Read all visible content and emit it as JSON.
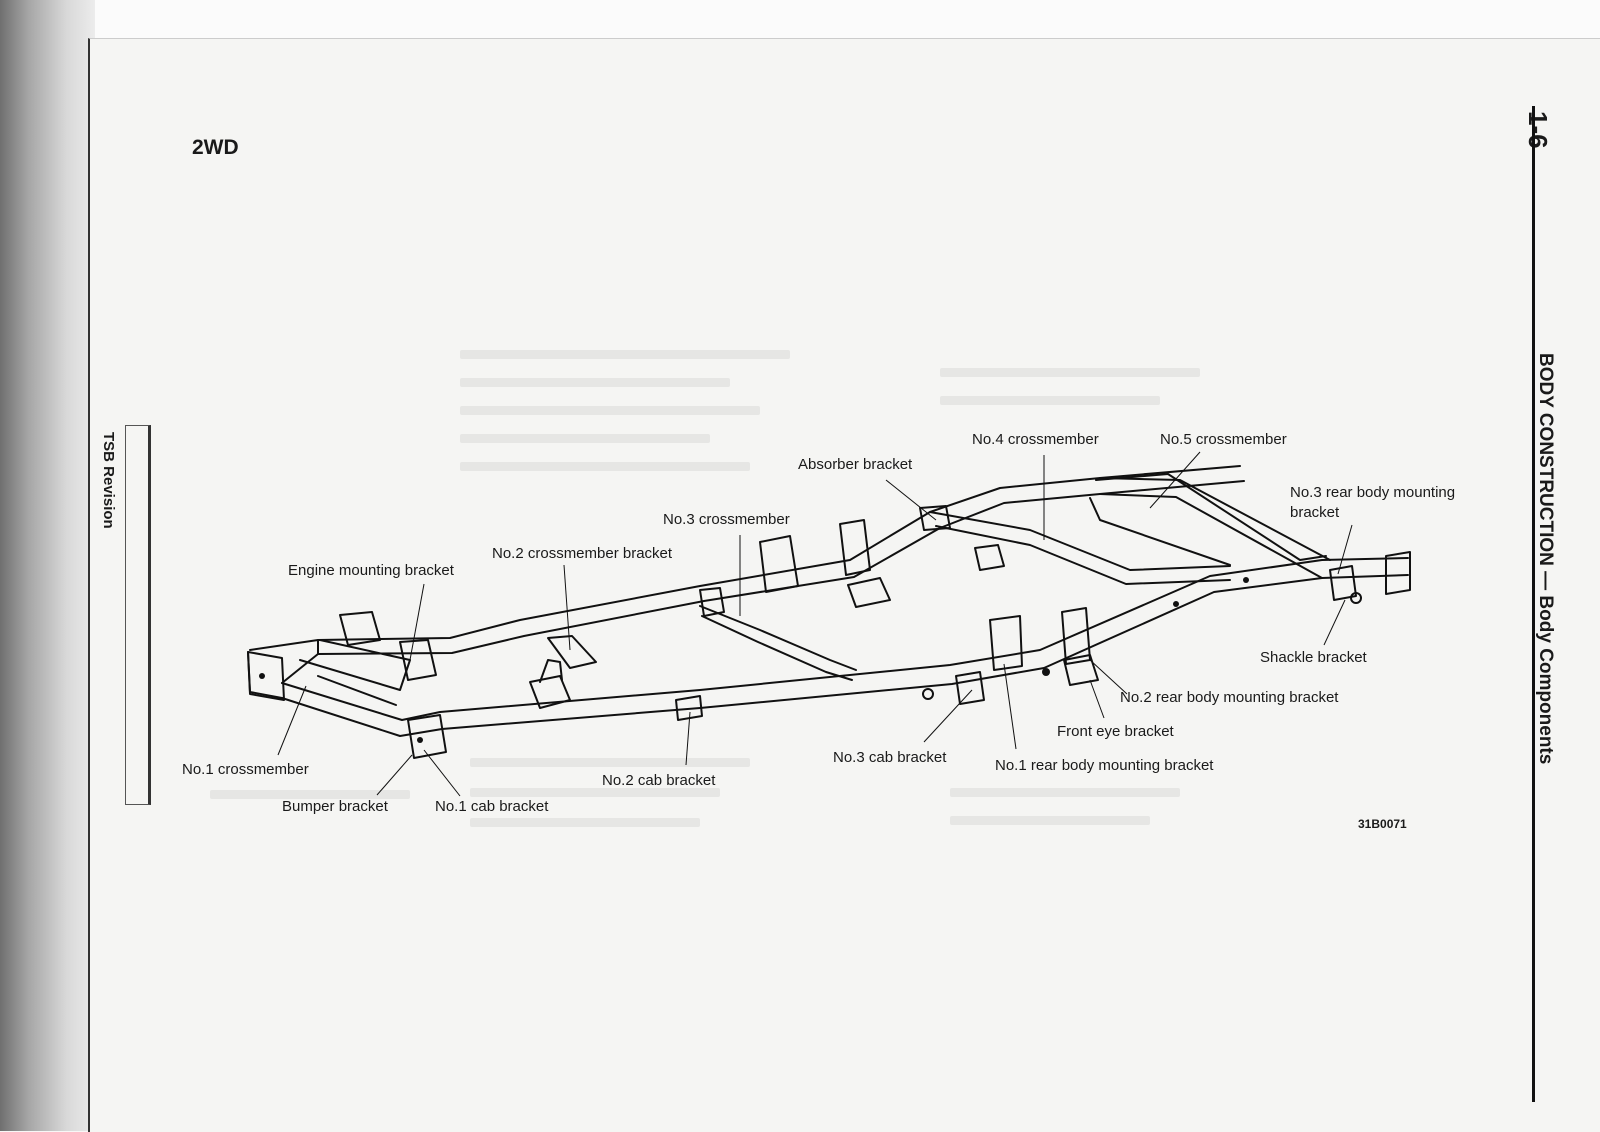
{
  "header": {
    "variant": "2WD",
    "page_number": "1-6",
    "section_title": "BODY CONSTRUCTION — Body Components"
  },
  "sidebar": {
    "tsb_label": "TSB Revision"
  },
  "figure": {
    "code": "31B0071",
    "labels": {
      "no4_crossmember": "No.4 crossmember",
      "no5_crossmember": "No.5 crossmember",
      "absorber_bracket": "Absorber bracket",
      "no3_rear_body_mounting_bracket": "No.3 rear body mounting\nbracket",
      "no3_crossmember": "No.3 crossmember",
      "no2_crossmember_bracket": "No.2 crossmember bracket",
      "engine_mounting_bracket": "Engine mounting bracket",
      "shackle_bracket": "Shackle bracket",
      "no2_rear_body_mounting_bracket": "No.2 rear body mounting bracket",
      "front_eye_bracket": "Front eye bracket",
      "no3_cab_bracket": "No.3 cab bracket",
      "no1_rear_body_mounting_bracket": "No.1 rear body mounting bracket",
      "no1_crossmember": "No.1 crossmember",
      "no2_cab_bracket": "No.2 cab bracket",
      "bumper_bracket": "Bumper bracket",
      "no1_cab_bracket": "No.1 cab bracket"
    }
  }
}
